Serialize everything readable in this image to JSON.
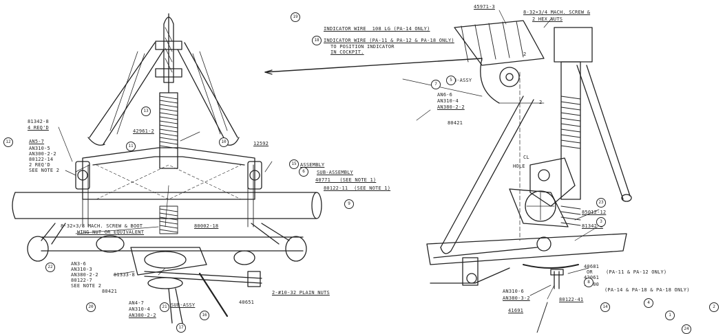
{
  "colors": {
    "ink": "#222222",
    "paper": "#ffffff"
  },
  "labels": {
    "indicator_wire_1": "INDICATOR WIRE  108 LG (PA-14 ONLY)",
    "indicator_wire_2": "INDICATOR WIRE (PA-11 & PA-12 & PA-18 ONLY)",
    "indicator_wire_3": "TO POSITION INDICATOR",
    "indicator_wire_4": "IN COCKPIT.",
    "mach_screw_top_1": "8-32×3/4 MACH. SCREW &",
    "mach_screw_top_2": "2 HEX NUTS",
    "part_top": "45971-3",
    "an6_group": [
      "AN6-6",
      "AN310-4",
      "AN380-2-2"
    ],
    "part_80421_right": "80421",
    "sub_assy_right": "SUB-ASSY",
    "part_85012": "85012-12",
    "part_81342_r": "81342-8",
    "part_40681_1": "40681",
    "part_40681_2": "OR",
    "part_40681_3": "42061",
    "part_40681_4": "11000",
    "pa11_note": "(PA-11 & PA-12 ONLY)",
    "pa14_note": "(PA-14 & PA-18 & PA-18 ONLY)",
    "an310_group_r": [
      "AN310-6",
      "AN380-3-2"
    ],
    "part_80122_41": "80122-41",
    "part_41691": "41691",
    "left_block": [
      "81342-8",
      "4 REQ'D"
    ],
    "an5_group": [
      "AN5-7",
      "AN310-5",
      "AN300-2-2",
      "80122-14",
      "2 REQ'D",
      "SEE NOTE 2"
    ],
    "part_42961": "42961-2",
    "part_12592": "12592",
    "assembly": "ASSEMBLY",
    "sub_assembly": "SUB-ASSEMBLY",
    "part_40771": "40771   (SEE NOTE 1)",
    "part_80122_11": "80122-11  (SEE NOTE 1)",
    "part_80002": "80002-18",
    "mach_screw_left_1": "8-32×3/8 MACH. SCREW & BOOT",
    "mach_screw_left_2": "WING NUT OR EQUIVALENT",
    "an3_group": [
      "AN3-6",
      "AN310-3",
      "AN380-2-2",
      "80122-7",
      "SEE NOTE 2"
    ],
    "part_81333": "81333-8",
    "part_80421_left": "80421",
    "an4_group": [
      "AN4-7",
      "AN310-4",
      "AN380-2-2"
    ],
    "sub_assy_left": "SUB-ASSY",
    "plain_nuts": "2-#10-32 PLAIN NUTS",
    "part_40651": "40651",
    "dim_2": "2",
    "dim_z": "2",
    "dim_cl": "CL",
    "hole": "HOLE"
  },
  "callouts": {
    "c1": "19",
    "c2": "12",
    "c3": "13",
    "c4": "11",
    "c5": "10",
    "c6": "15",
    "c7": "6",
    "c8": "9",
    "c9": "22",
    "c10": "20",
    "c11": "21",
    "c12": "16",
    "c13": "17",
    "c14": "18",
    "c15": "7",
    "c16": "5",
    "c17": "23",
    "c18": "3",
    "c19": "8",
    "c20": "14",
    "c21": "4",
    "c22": "1",
    "c23": "2",
    "c24": "24"
  }
}
